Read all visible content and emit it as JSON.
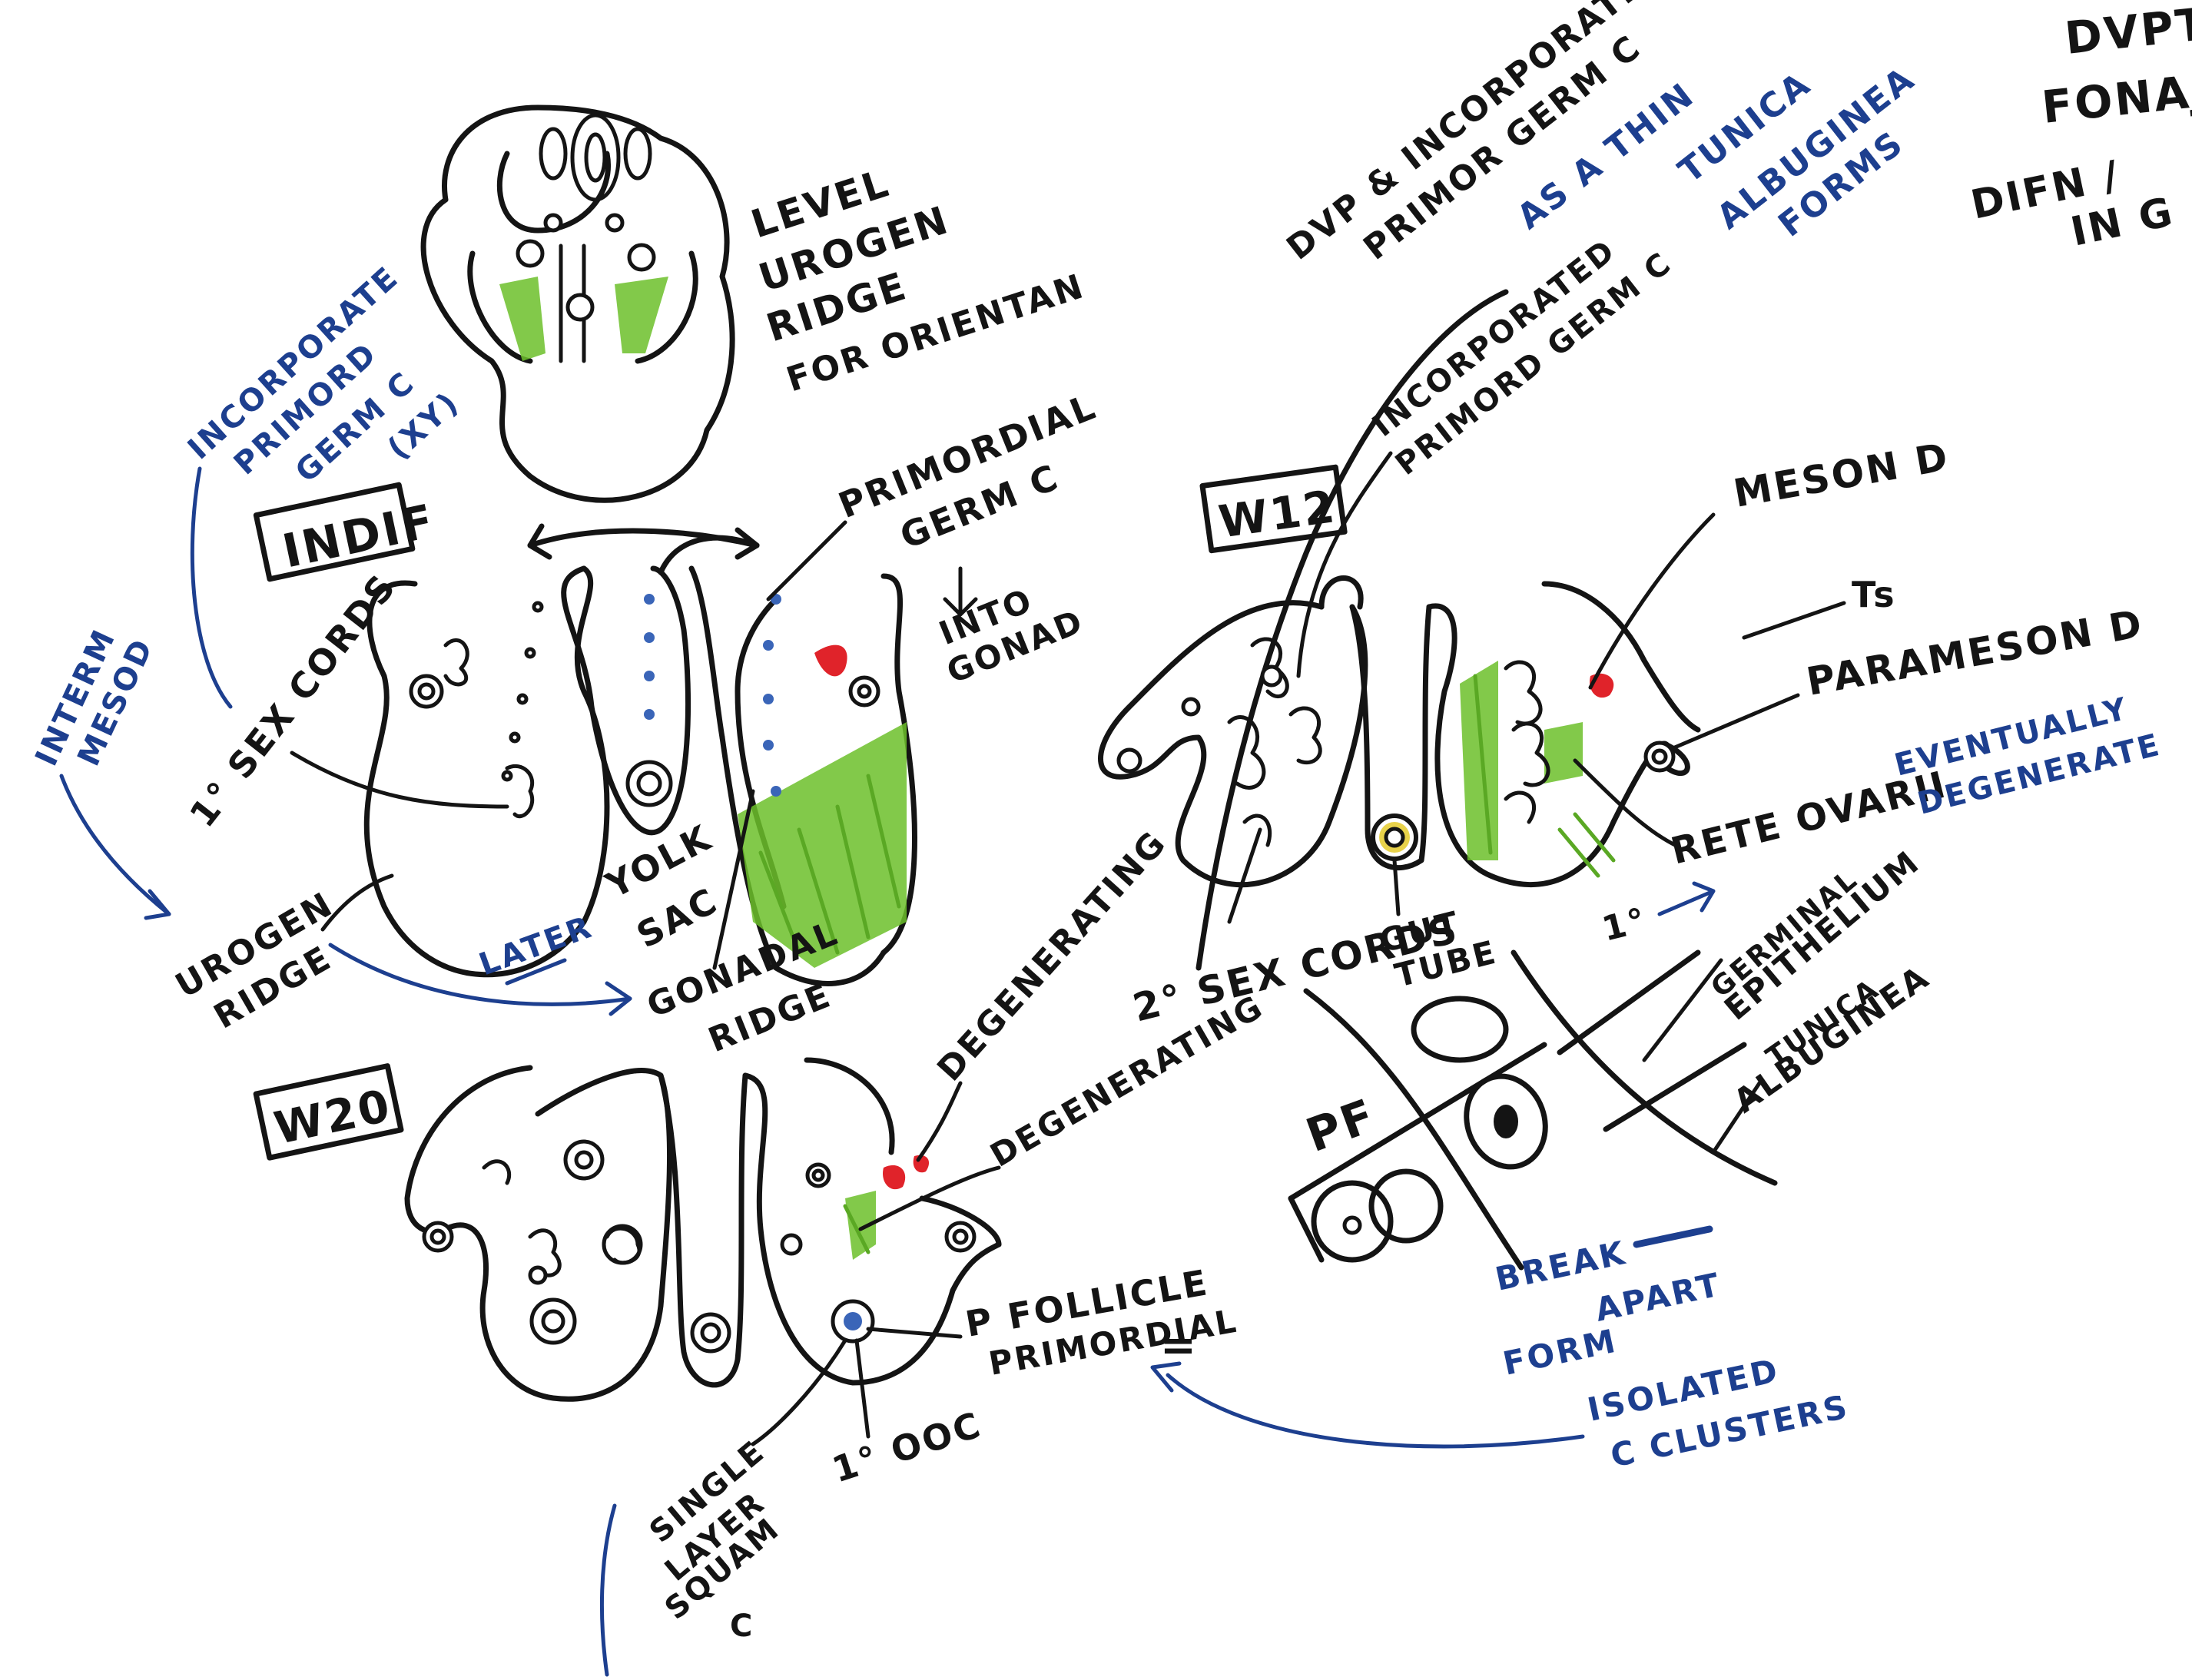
{
  "colors": {
    "ink": "#141414",
    "blue_ink": "#1d3f8f",
    "green": "#6cbf2a",
    "red": "#e0232a"
  },
  "top_right": {
    "line1": "DVPT",
    "line2": "FONAJ",
    "line3": "DIFN /",
    "line4": "IN G"
  },
  "embryo": {
    "label_line1": "LEVEL",
    "label_line2": "UROGEN",
    "label_line3": "RIDGE",
    "label_line4": "FOR ORIENTAN"
  },
  "indif": {
    "box_label": "INDIF",
    "incorporate_line1": "INCORPORATE",
    "incorporate_line2": "PRIMORD",
    "incorporate_line3": "GERM C",
    "incorporate_line4": "(XY)",
    "intermed_line1": "INTERM",
    "intermed_line2": "MESOD",
    "primordial_line1": "PRIMORDIAL",
    "primordial_line2": "GERM C",
    "into_line1": "INTO",
    "into_line2": "GONAD",
    "primary_sex_cords": "1° SEX CORDS",
    "urogen_line1": "UROGEN",
    "urogen_line2": "RIDGE",
    "yolk_line1": "YOLK",
    "yolk_line2": "SAC",
    "later": "LATER",
    "gonadal_line1": "GONADAL",
    "gonadal_line2": "RIDGE"
  },
  "w12": {
    "box_label": "W12",
    "dvp_line1": "DVP & INCORPORATE",
    "dvp_line2": "PRIMOR GERM C",
    "dvp_line3": "AS A THIN",
    "tunica_line1": "TUNICA",
    "tunica_line2": "ALBUGINEA",
    "tunica_line3": "FORMS",
    "incorp_line1": "INCORPORATED",
    "incorp_line2": "PRIMORD GERM C",
    "mesonephric": "MESON D",
    "ts": "Ts",
    "paramesonephric": "PARAMESON D",
    "rete_ovarii": "RETE OVARII",
    "eventually_line1": "EVENTUALLY",
    "eventually_line2": "DEGENERATE",
    "secondary_sex_cords": "2° SEX CORDS",
    "gut_line1": "GUT",
    "gut_line2": "TUBE",
    "one_degree": "1°"
  },
  "inset": {
    "pf": "PF",
    "germinal_line1": "GERMINAL",
    "germinal_line2": "EPITHELIUM",
    "tunica_line1": "TUNICA",
    "tunica_line2": "ALBUGINEA",
    "break_line1": "BREAK",
    "break_line2": "APART",
    "break_line3": "FORM",
    "break_line4": "ISOLATED",
    "break_line5": "C CLUSTERS"
  },
  "w20": {
    "box_label": "W20",
    "degenerating_1": "DEGENERATING",
    "degenerating_2": "DEGENERATING",
    "pfollicle_line1": "P FOLLICLE",
    "pfollicle_line2": "PRIMORDIAL",
    "equals": "=",
    "single_line1": "SINGLE",
    "single_line2": "LAYER",
    "single_line3": "SQUAM",
    "single_line4": "C",
    "oocyte": "1° OOC"
  }
}
